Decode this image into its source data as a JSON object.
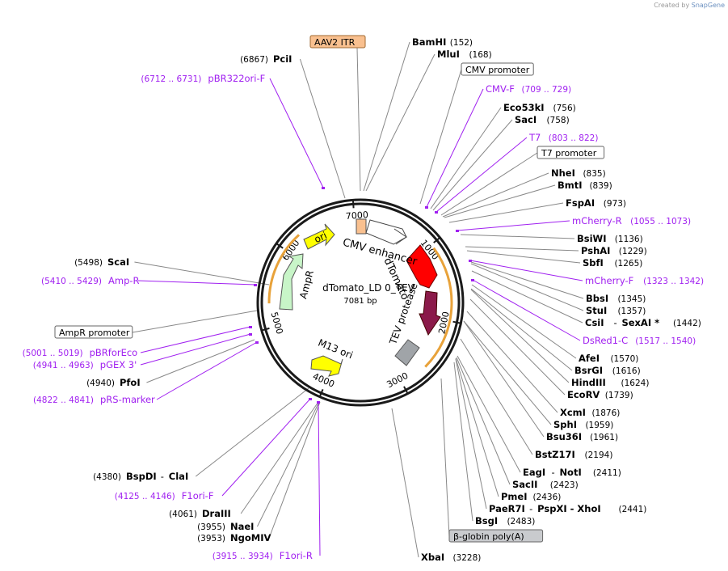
{
  "credit": {
    "prefix": "Created by",
    "brand": "SnapGene"
  },
  "plasmid": {
    "name": "dTomato_LD 0_TEV",
    "length_label": "7081 bp"
  },
  "ring_ticks": [
    {
      "label": "1000",
      "pos": 1000
    },
    {
      "label": "2000",
      "pos": 2000
    },
    {
      "label": "3000",
      "pos": 3000
    },
    {
      "label": "4000",
      "pos": 4000
    },
    {
      "label": "5000",
      "pos": 5000
    },
    {
      "label": "6000",
      "pos": 6000
    },
    {
      "label": "7000",
      "pos": 7000
    }
  ],
  "features": [
    {
      "name": "AAV2 ITR",
      "kind": "itr"
    },
    {
      "name": "CMV enhancer",
      "kind": "enhancer"
    },
    {
      "name": "dTomato",
      "kind": "cds-red"
    },
    {
      "name": "TEV protease",
      "kind": "cds-maroon"
    },
    {
      "name": "ori",
      "kind": "ori"
    },
    {
      "name": "AmpR",
      "kind": "cds-green"
    },
    {
      "name": "M13 ori",
      "kind": "ori"
    }
  ],
  "left_labels": [
    {
      "id": "pcii",
      "name": "PciI",
      "pos": "(6867)",
      "kind": "enzyme"
    },
    {
      "id": "pbr322",
      "name": "pBR322ori-F",
      "pos": "(6712 .. 6731)",
      "kind": "primer"
    },
    {
      "id": "scai",
      "name": "ScaI",
      "pos": "(5498)",
      "kind": "enzyme"
    },
    {
      "id": "ampr-primer",
      "name": "Amp-R",
      "pos": "(5410 .. 5429)",
      "kind": "primer"
    },
    {
      "id": "ampr-prom",
      "name": "AmpR promoter",
      "pos": "",
      "kind": "boxed"
    },
    {
      "id": "pbrforeco",
      "name": "pBRforEco",
      "pos": "(5001 .. 5019)",
      "kind": "primer"
    },
    {
      "id": "pgex3",
      "name": "pGEX 3'",
      "pos": "(4941 .. 4963)",
      "kind": "primer"
    },
    {
      "id": "pfoi",
      "name": "PfoI",
      "pos": "(4940)",
      "kind": "enzyme"
    },
    {
      "id": "prs",
      "name": "pRS-marker",
      "pos": "(4822 .. 4841)",
      "kind": "primer"
    },
    {
      "id": "bspdi",
      "name": "BspDI",
      "extra": "ClaI",
      "pos": "(4380)",
      "kind": "enzyme"
    },
    {
      "id": "f1orif",
      "name": "F1ori-F",
      "pos": "(4125 .. 4146)",
      "kind": "primer"
    },
    {
      "id": "draiii",
      "name": "DraIII",
      "pos": "(4061)",
      "kind": "enzyme"
    },
    {
      "id": "naei",
      "name": "NaeI",
      "pos": "(3955)",
      "kind": "enzyme"
    },
    {
      "id": "ngomiv",
      "name": "NgoMIV",
      "pos": "(3953)",
      "kind": "enzyme"
    },
    {
      "id": "f1orir",
      "name": "F1ori-R",
      "pos": "(3915 .. 3934)",
      "kind": "primer"
    }
  ],
  "right_labels": [
    {
      "id": "bamhi",
      "name": "BamHI",
      "pos": "(152)",
      "kind": "enzyme"
    },
    {
      "id": "mlui",
      "name": "MluI",
      "pos": "(168)",
      "kind": "enzyme"
    },
    {
      "id": "cmvprom",
      "name": "CMV promoter",
      "pos": "",
      "kind": "boxed"
    },
    {
      "id": "cmvf",
      "name": "CMV-F",
      "pos": "(709 .. 729)",
      "kind": "primer"
    },
    {
      "id": "eco53ki",
      "name": "Eco53kI",
      "pos": "(756)",
      "kind": "enzyme"
    },
    {
      "id": "saci",
      "name": "SacI",
      "pos": "(758)",
      "kind": "enzyme"
    },
    {
      "id": "t7",
      "name": "T7",
      "pos": "(803 .. 822)",
      "kind": "primer"
    },
    {
      "id": "t7prom",
      "name": "T7 promoter",
      "pos": "",
      "kind": "boxed"
    },
    {
      "id": "nhei",
      "name": "NheI",
      "pos": "(835)",
      "kind": "enzyme"
    },
    {
      "id": "bmti",
      "name": "BmtI",
      "pos": "(839)",
      "kind": "enzyme"
    },
    {
      "id": "fspai",
      "name": "FspAI",
      "pos": "(973)",
      "kind": "enzyme"
    },
    {
      "id": "mcherryr",
      "name": "mCherry-R",
      "pos": "(1055 .. 1073)",
      "kind": "primer"
    },
    {
      "id": "bsiwi",
      "name": "BsiWI",
      "pos": "(1136)",
      "kind": "enzyme"
    },
    {
      "id": "pshai",
      "name": "PshAI",
      "pos": "(1229)",
      "kind": "enzyme"
    },
    {
      "id": "sbfi",
      "name": "SbfI",
      "pos": "(1265)",
      "kind": "enzyme"
    },
    {
      "id": "mcherryf",
      "name": "mCherry-F",
      "pos": "(1323 .. 1342)",
      "kind": "primer"
    },
    {
      "id": "bbsi",
      "name": "BbsI",
      "pos": "(1345)",
      "kind": "enzyme"
    },
    {
      "id": "stui",
      "name": "StuI",
      "pos": "(1357)",
      "kind": "enzyme"
    },
    {
      "id": "csii",
      "name": "CsiI",
      "extra": "SexAI *",
      "pos": "(1442)",
      "kind": "enzyme"
    },
    {
      "id": "dsred",
      "name": "DsRed1-C",
      "pos": "(1517 .. 1540)",
      "kind": "primer"
    },
    {
      "id": "afei",
      "name": "AfeI",
      "pos": "(1570)",
      "kind": "enzyme"
    },
    {
      "id": "bsrgi",
      "name": "BsrGI",
      "pos": "(1616)",
      "kind": "enzyme"
    },
    {
      "id": "hindiii",
      "name": "HindIII",
      "pos": "(1624)",
      "kind": "enzyme"
    },
    {
      "id": "ecorv",
      "name": "EcoRV",
      "pos": "(1739)",
      "kind": "enzyme"
    },
    {
      "id": "xcmi",
      "name": "XcmI",
      "pos": "(1876)",
      "kind": "enzyme"
    },
    {
      "id": "sphi",
      "name": "SphI",
      "pos": "(1959)",
      "kind": "enzyme"
    },
    {
      "id": "bsu36i",
      "name": "Bsu36I",
      "pos": "(1961)",
      "kind": "enzyme"
    },
    {
      "id": "bstz17i",
      "name": "BstZ17I",
      "pos": "(2194)",
      "kind": "enzyme"
    },
    {
      "id": "eagi",
      "name": "EagI",
      "extra": "NotI",
      "pos": "(2411)",
      "kind": "enzyme"
    },
    {
      "id": "sacii",
      "name": "SacII",
      "pos": "(2423)",
      "kind": "enzyme"
    },
    {
      "id": "pmei",
      "name": "PmeI",
      "pos": "(2436)",
      "kind": "enzyme"
    },
    {
      "id": "paer7i",
      "name": "PaeR7I",
      "extra": "PspXI - XhoI",
      "pos": "(2441)",
      "kind": "enzyme"
    },
    {
      "id": "bsgi",
      "name": "BsgI",
      "pos": "(2483)",
      "kind": "enzyme"
    },
    {
      "id": "bglob",
      "name": "β-globin poly(A)",
      "pos": "",
      "kind": "boxed-gray"
    },
    {
      "id": "xbai",
      "name": "XbaI",
      "pos": "(3228)",
      "kind": "enzyme"
    }
  ],
  "colors": {
    "primer": "#a020f0",
    "enzyme": "#000000",
    "line": "#888888",
    "itr": "#f9c08f",
    "red": "#ff0000",
    "maroon": "#8b1a4a",
    "yellow": "#ffff00",
    "green": "#c8f5c8",
    "gray": "#a0a4a8",
    "orange": "#e8a23a"
  }
}
